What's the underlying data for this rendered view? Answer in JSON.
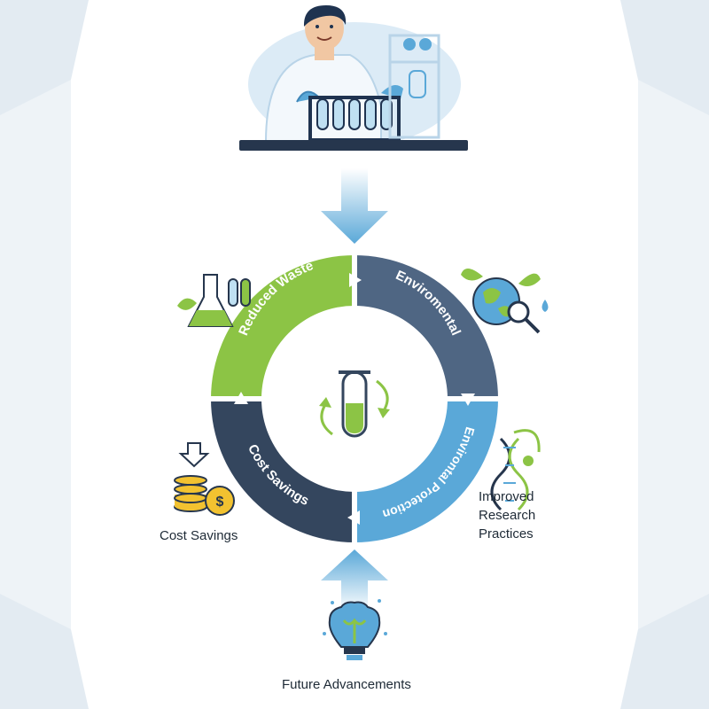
{
  "diagram": {
    "segments": [
      {
        "id": "reduced-waste",
        "label": "Reduced Waste",
        "color": "#8cc445"
      },
      {
        "id": "environmental",
        "label": "Enviromental",
        "color": "#4f6683"
      },
      {
        "id": "protection",
        "label": "Environtal Protection",
        "color": "#5aa8d8"
      },
      {
        "id": "cost-savings",
        "label": "Cost Savings",
        "color": "#34465e"
      }
    ],
    "side_labels": {
      "cost_savings": "Cost Savings",
      "improved_lines": [
        "Improved",
        "Research",
        "Practices"
      ],
      "future": "Future Advancements"
    },
    "icons": [
      "scientist-illustration",
      "test-tube-icon",
      "flask-icon",
      "globe-icon",
      "coins-icon",
      "dna-icon",
      "brain-lightbulb-icon"
    ]
  }
}
